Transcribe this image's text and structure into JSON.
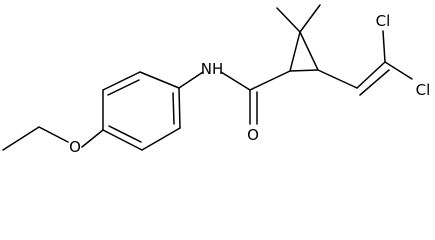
{
  "molecule": {
    "atoms": [
      {
        "id": "N",
        "label": "NH"
      },
      {
        "id": "O_amide",
        "label": "O"
      },
      {
        "id": "O_ether",
        "label": "O"
      },
      {
        "id": "Cl1",
        "label": "Cl"
      },
      {
        "id": "Cl2",
        "label": "Cl"
      }
    ]
  }
}
